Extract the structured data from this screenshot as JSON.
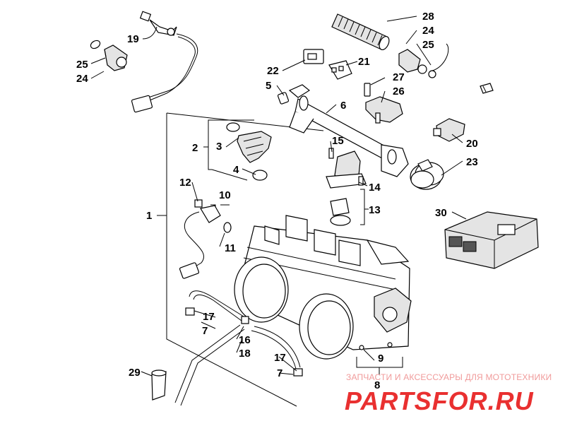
{
  "diagram": {
    "callouts": [
      "1",
      "2",
      "3",
      "4",
      "5",
      "6",
      "7",
      "7",
      "8",
      "9",
      "10",
      "11",
      "12",
      "13",
      "14",
      "15",
      "16",
      "17",
      "17",
      "18",
      "19",
      "20",
      "21",
      "22",
      "23",
      "24",
      "24",
      "25",
      "25",
      "26",
      "27",
      "28",
      "29",
      "30"
    ]
  },
  "watermark": {
    "subtitle": "ЗАПЧАСТИ И АКСЕССУАРЫ ДЛЯ МОТОТЕХНИКИ",
    "logo": "PARTSFOR.RU"
  }
}
